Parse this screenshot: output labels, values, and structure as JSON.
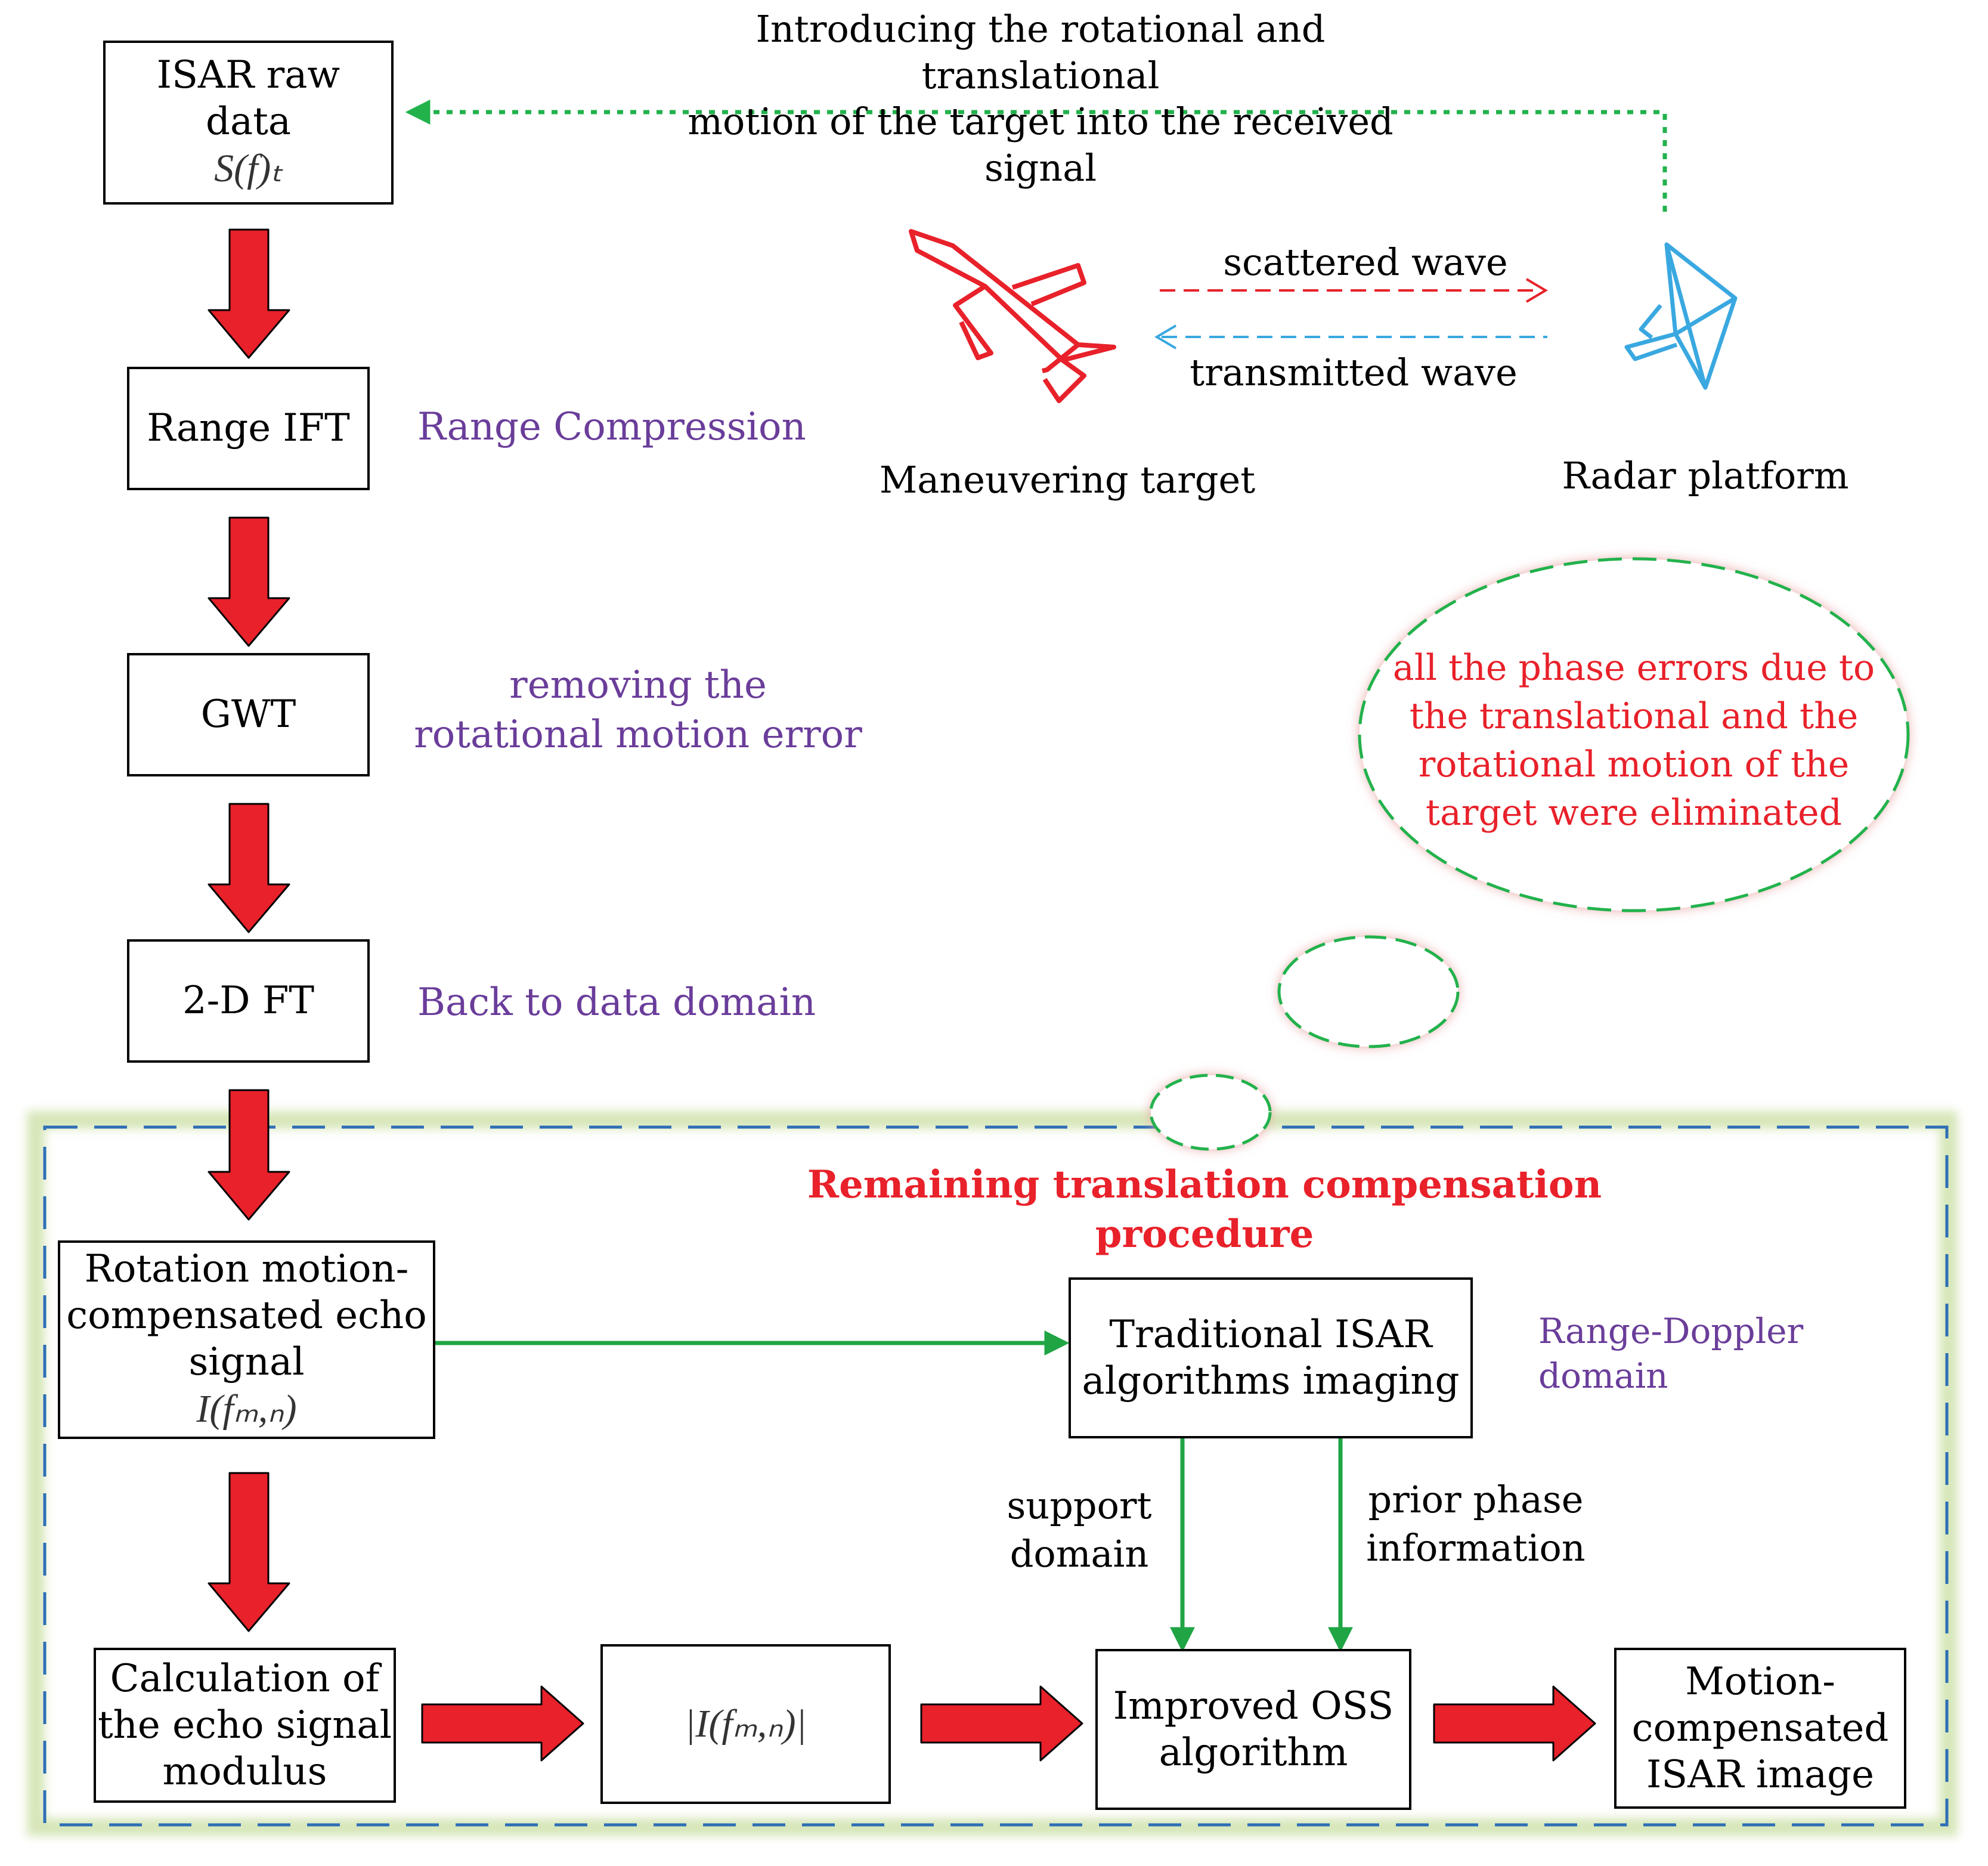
{
  "top_note": {
    "line1": "Introducing the rotational and translational",
    "line2": "motion of the target into the received signal"
  },
  "boxes": {
    "isar_raw": {
      "line1": "ISAR raw",
      "line2": "data",
      "math": "S(f)ₜ"
    },
    "range_ift": {
      "label": "Range IFT"
    },
    "gwt": {
      "label": "GWT"
    },
    "ft2d": {
      "label": "2-D FT"
    },
    "rotation_comp": {
      "line1": "Rotation motion-",
      "line2": "compensated echo",
      "line3": "signal",
      "math": "I(fₘ,ₙ)"
    },
    "traditional": {
      "line1": "Traditional ISAR",
      "line2": "algorithms imaging"
    },
    "modulus_calc": {
      "line1": "Calculation  of",
      "line2": "the echo signal",
      "line3": "modulus"
    },
    "modulus_value": {
      "math": "|I(fₘ,ₙ)|"
    },
    "improved_oss": {
      "line1": "Improved OSS",
      "line2": "algorithm"
    },
    "output": {
      "line1": "Motion-",
      "line2": "compensated",
      "line3": "ISAR image"
    }
  },
  "side_labels": {
    "range_compression": "Range Compression",
    "removing_line1": "removing the",
    "removing_line2": "rotational motion error",
    "back_to_data": "Back to data domain",
    "range_doppler": "Range-Doppler domain"
  },
  "scene": {
    "scattered_wave": "scattered wave",
    "transmitted_wave": "transmitted wave",
    "target_label": "Maneuvering target",
    "radar_label": "Radar platform"
  },
  "thought_bubble": {
    "line1": "all the phase errors due to",
    "line2": "the translational and the",
    "line3": "rotational motion of the",
    "line4": "target were eliminated"
  },
  "procedure_title": "Remaining translation compensation procedure",
  "edge_labels": {
    "support_line1": "support",
    "support_line2": "domain",
    "prior_line1": "prior phase",
    "prior_line2": "information"
  },
  "colors": {
    "flow_arrow": "#e8212a",
    "green_arrow": "#1fa544",
    "dashed_green": "#22b24c",
    "region_border": "#2e6fb5",
    "region_glow": "#d6e6b8",
    "label_purple": "#6a3d9a",
    "red_text": "#e8212a",
    "blue_wave": "#3aa8e0"
  }
}
